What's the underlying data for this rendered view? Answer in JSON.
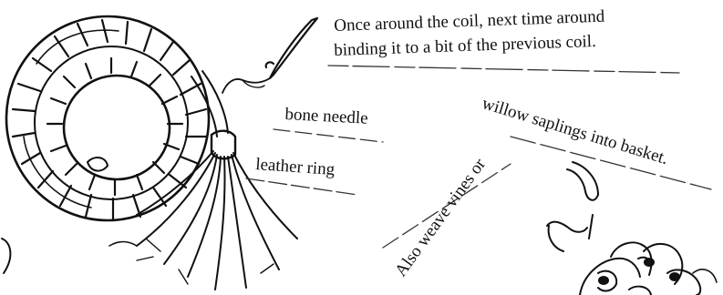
{
  "instruction": {
    "line1": "Once around the coil, next time around",
    "line2": "binding it to a bit of the previous coil."
  },
  "labels": {
    "bone_needle": "bone needle",
    "leather_ring": "leather ring",
    "willow_saplings": "willow saplings into basket.",
    "weave_vines": "Also weave vines or"
  },
  "colors": {
    "ink": "#111111",
    "paper": "#ffffff",
    "faint": "#777777"
  }
}
